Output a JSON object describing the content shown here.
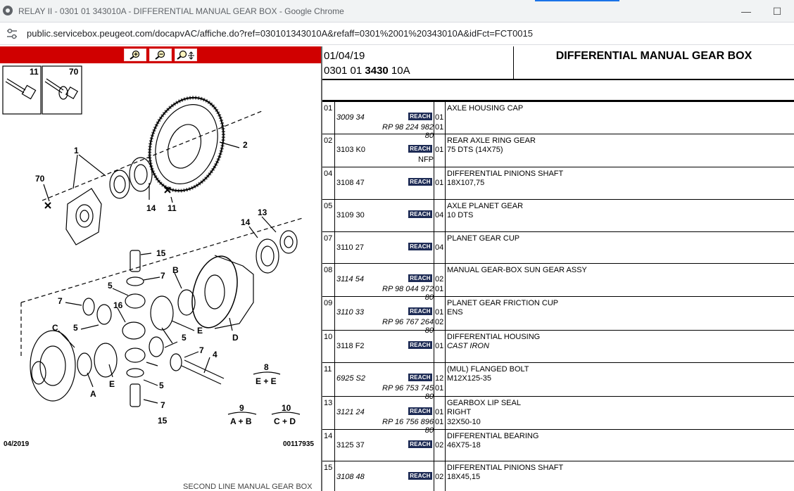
{
  "browser": {
    "title": "RELAY II - 0301 01 343010A - DIFFERENTIAL MANUAL GEAR BOX - Google Chrome",
    "url": "public.servicebox.peugeot.com/docapvAC/affiche.do?ref=030101343010A&refaff=0301%2001%20343010A&idFct=FCT0015",
    "minimize_label": "—",
    "maximize_label": "☐"
  },
  "colors": {
    "toolbar": "#d00000",
    "reach": "#1d2b55"
  },
  "icons": [
    "zoom-in-icon",
    "zoom-out-icon",
    "zoom-fit-icon"
  ],
  "diagram": {
    "callouts": [
      "11",
      "70",
      "1",
      "2",
      "70",
      "14",
      "11",
      "13",
      "14",
      "15",
      "7",
      "B",
      "5",
      "16",
      "7",
      "5",
      "C",
      "E",
      "5",
      "7",
      "4",
      "5",
      "E",
      "A",
      "7",
      "15",
      "D",
      "8",
      "E + E",
      "9",
      "A + B",
      "10",
      "C + D"
    ],
    "footer_left": "04/2019",
    "footer_right": "00117935"
  },
  "header": {
    "date": "01/04/19",
    "ref_prefix": "0301 01 ",
    "ref_bold": "3430",
    "ref_suffix": " 10A",
    "title": "DIFFERENTIAL MANUAL GEAR BOX"
  },
  "parts": [
    {
      "num": "01",
      "code": "3009 34",
      "italic": true,
      "reach": "REACH",
      "q1": "01",
      "q2": "01",
      "rp": "RP 98 224 982 80",
      "desc": "AXLE HOUSING CAP",
      "d2": "",
      "d3": ""
    },
    {
      "num": "02",
      "code": "3103 K0",
      "italic": false,
      "reach": "REACH",
      "q1": "01",
      "q2": "",
      "nfp": "NFP",
      "desc": "REAR AXLE RING GEAR",
      "d2": "75 DTS (14X75)",
      "d3": ""
    },
    {
      "num": "04",
      "code": "3108 47",
      "italic": false,
      "reach": "REACH",
      "q1": "01",
      "q2": "",
      "desc": "DIFFERENTIAL PINIONS SHAFT",
      "d2": "18X107,75",
      "d3": ""
    },
    {
      "num": "05",
      "code": "3109 30",
      "italic": false,
      "reach": "REACH",
      "q1": "04",
      "q2": "",
      "desc": "AXLE PLANET GEAR",
      "d2": "10 DTS",
      "d3": ""
    },
    {
      "num": "07",
      "code": "3110 27",
      "italic": false,
      "reach": "REACH",
      "q1": "04",
      "q2": "",
      "desc": "PLANET GEAR CUP",
      "d2": "",
      "d3": ""
    },
    {
      "num": "08",
      "code": "3114 54",
      "italic": true,
      "reach": "REACH",
      "q1": "02",
      "q2": "01",
      "rp": "RP 98 044 972 80",
      "desc": "MANUAL GEAR-BOX SUN GEAR ASSY",
      "d2": "",
      "d3": ""
    },
    {
      "num": "09",
      "code": "3110 33",
      "italic": true,
      "reach": "REACH",
      "q1": "01",
      "q2": "02",
      "rp": "RP 96 767 264 80",
      "desc": "PLANET GEAR FRICTION CUP",
      "d2": "ENS",
      "d3": ""
    },
    {
      "num": "10",
      "code": "3118 F2",
      "italic": false,
      "reach": "REACH",
      "q1": "01",
      "q2": "",
      "desc": "DIFFERENTIAL HOUSING",
      "d2": "CAST IRON",
      "d2it": true,
      "d3": ""
    },
    {
      "num": "11",
      "code": "6925 S2",
      "italic": true,
      "reach": "REACH",
      "q1": "12",
      "q2": "01",
      "rp": "RP 96 753 745 80",
      "desc": "(MUL) FLANGED BOLT",
      "d2": "M12X125-35",
      "d3": ""
    },
    {
      "num": "13",
      "code": "3121 24",
      "italic": true,
      "reach": "REACH",
      "q1": "01",
      "q2": "01",
      "rp": "RP 16 756 896 80",
      "desc": "GEARBOX LIP SEAL",
      "d2": "RIGHT",
      "d3": "32X50-10"
    },
    {
      "num": "14",
      "code": "3125 37",
      "italic": false,
      "reach": "REACH",
      "q1": "02",
      "q2": "",
      "desc": "DIFFERENTIAL BEARING",
      "d2": "46X75-18",
      "d3": ""
    },
    {
      "num": "15",
      "code": "3108 48",
      "italic": true,
      "reach": "REACH",
      "q1": "02",
      "q2": "",
      "desc": "DIFFERENTIAL PINIONS SHAFT",
      "d2": "18X45,15",
      "d3": ""
    }
  ],
  "bottom_peek": "SECOND LINE MANUAL GEAR BOX"
}
